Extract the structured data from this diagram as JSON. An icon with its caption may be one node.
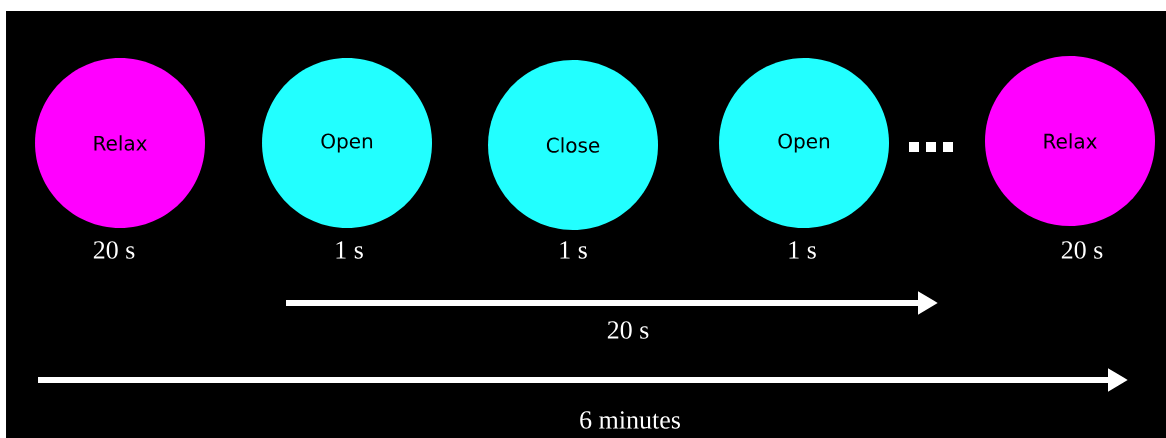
{
  "diagram": {
    "nodes": [
      {
        "text": [
          "Relax"
        ],
        "beside": [
          "20 s"
        ]
      },
      {
        "text": [
          "Open"
        ],
        "beside": [
          "1 s"
        ]
      },
      {
        "text": [
          "Close"
        ],
        "beside": [
          "1 s"
        ]
      },
      {
        "text": [
          "Open"
        ],
        "beside": [
          "1 s"
        ]
      },
      {
        "text": [
          "Relax"
        ],
        "beside": [
          "20 s"
        ]
      }
    ],
    "labels": [
      "20 s",
      "6 minutes"
    ]
  }
}
